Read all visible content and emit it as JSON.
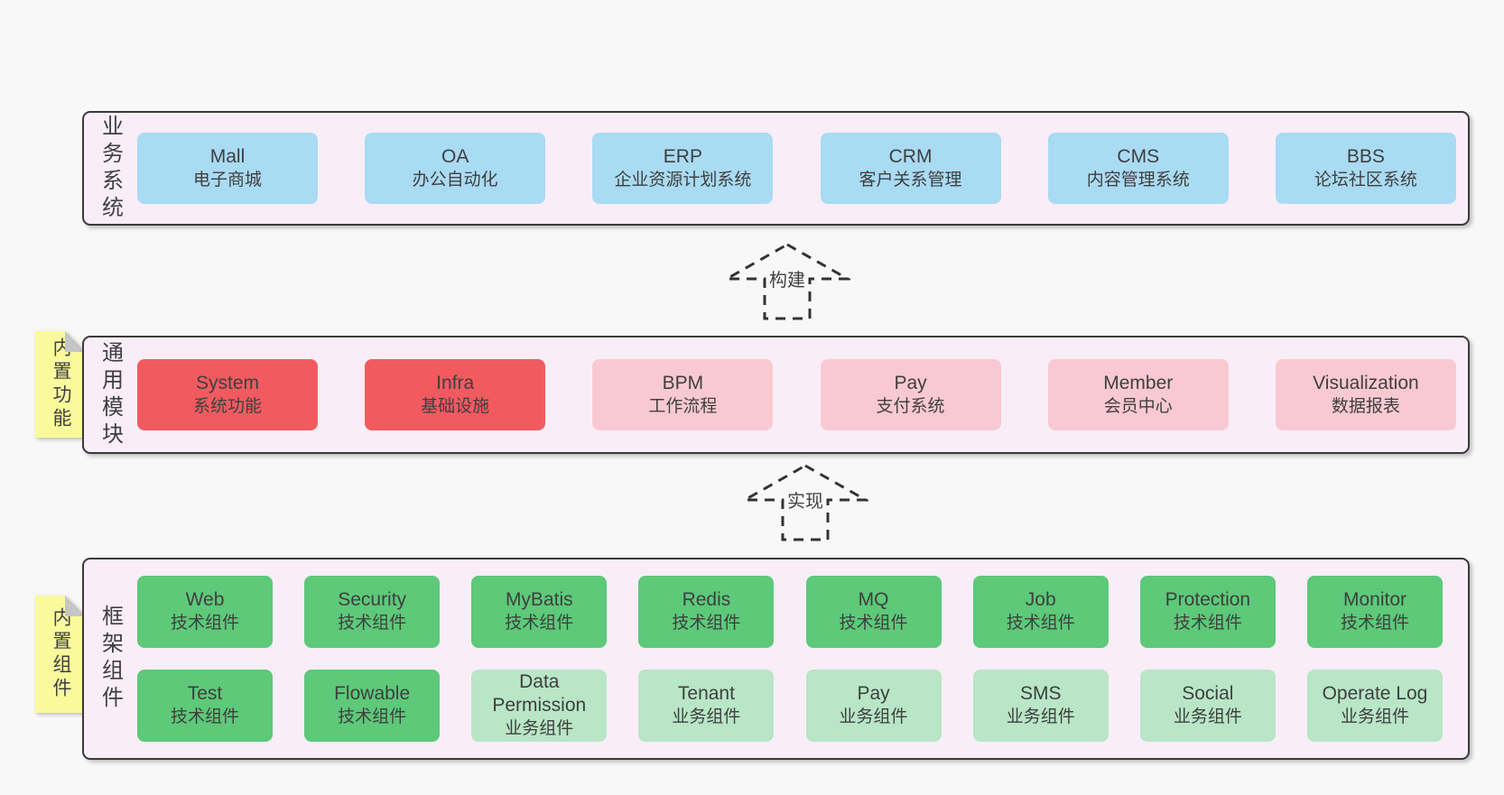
{
  "colors": {
    "page_bg": "#f8f8f8",
    "panel_bg": "#f9eef8",
    "panel_border": "#3a3a3a",
    "blue_box": "#a9dbf3",
    "red_box": "#f15b60",
    "pink_box": "#f9c9d2",
    "green_box": "#5dc979",
    "light_green_box": "#b8e6c6",
    "sticky_yellow": "#fafa9d",
    "sticky_fold": "#c5c5c5",
    "text": "#3f3f3f"
  },
  "business": {
    "label": "业务系统",
    "boxes": [
      {
        "name": "Mall",
        "desc": "电子商城",
        "variant": "blue"
      },
      {
        "name": "OA",
        "desc": "办公自动化",
        "variant": "blue"
      },
      {
        "name": "ERP",
        "desc": "企业资源计划系统",
        "variant": "blue"
      },
      {
        "name": "CRM",
        "desc": "客户关系管理",
        "variant": "blue"
      },
      {
        "name": "CMS",
        "desc": "内容管理系统",
        "variant": "blue"
      },
      {
        "name": "BBS",
        "desc": "论坛社区系统",
        "variant": "blue"
      }
    ]
  },
  "arrows": {
    "build": "构建",
    "implement": "实现"
  },
  "modules": {
    "label": "通用模块",
    "sticky": "内置功能",
    "boxes": [
      {
        "name": "System",
        "desc": "系统功能",
        "variant": "red"
      },
      {
        "name": "Infra",
        "desc": "基础设施",
        "variant": "red"
      },
      {
        "name": "BPM",
        "desc": "工作流程",
        "variant": "pink"
      },
      {
        "name": "Pay",
        "desc": "支付系统",
        "variant": "pink"
      },
      {
        "name": "Member",
        "desc": "会员中心",
        "variant": "pink"
      },
      {
        "name": "Visualization",
        "desc": "数据报表",
        "variant": "pink"
      }
    ]
  },
  "components": {
    "label": "框架组件",
    "sticky": "内置组件",
    "row1": [
      {
        "name": "Web",
        "desc": "技术组件",
        "variant": "green"
      },
      {
        "name": "Security",
        "desc": "技术组件",
        "variant": "green"
      },
      {
        "name": "MyBatis",
        "desc": "技术组件",
        "variant": "green"
      },
      {
        "name": "Redis",
        "desc": "技术组件",
        "variant": "green"
      },
      {
        "name": "MQ",
        "desc": "技术组件",
        "variant": "green"
      },
      {
        "name": "Job",
        "desc": "技术组件",
        "variant": "green"
      },
      {
        "name": "Protection",
        "desc": "技术组件",
        "variant": "green"
      },
      {
        "name": "Monitor",
        "desc": "技术组件",
        "variant": "green"
      }
    ],
    "row2": [
      {
        "name": "Test",
        "desc": "技术组件",
        "variant": "green"
      },
      {
        "name": "Flowable",
        "desc": "技术组件",
        "variant": "green"
      },
      {
        "name": "Data Permission",
        "desc": "业务组件",
        "variant": "light-green"
      },
      {
        "name": "Tenant",
        "desc": "业务组件",
        "variant": "light-green"
      },
      {
        "name": "Pay",
        "desc": "业务组件",
        "variant": "light-green"
      },
      {
        "name": "SMS",
        "desc": "业务组件",
        "variant": "light-green"
      },
      {
        "name": "Social",
        "desc": "业务组件",
        "variant": "light-green"
      },
      {
        "name": "Operate Log",
        "desc": "业务组件",
        "variant": "light-green"
      }
    ]
  }
}
